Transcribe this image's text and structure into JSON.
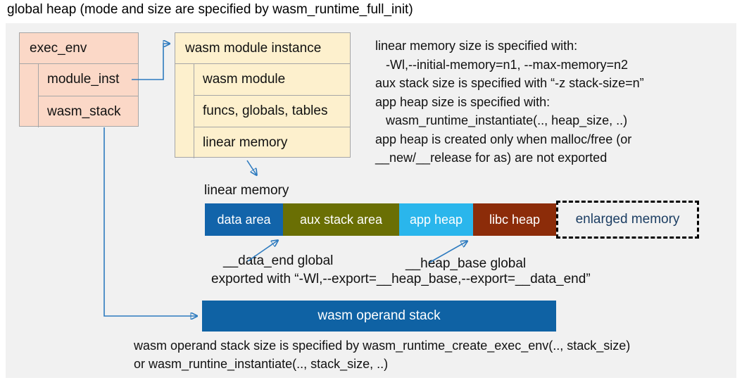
{
  "title": "global heap (mode and size are specified by wasm_runtime_full_init)",
  "exec_env": {
    "header": "exec_env",
    "rows": [
      "module_inst",
      "wasm_stack"
    ]
  },
  "module_instance": {
    "header": "wasm module instance",
    "rows": [
      "wasm module",
      "funcs, globals, tables",
      "linear memory"
    ]
  },
  "notes_right": {
    "lines": [
      "linear memory size is specified with:",
      "   -Wl,--initial-memory=n1, --max-memory=n2",
      "aux stack size is specified with “-z stack-size=n”",
      "app heap size is specified with:",
      "   wasm_runtime_instantiate(.., heap_size, ..)",
      "app heap is created only when malloc/free (or",
      "__new/__release for as) are not exported"
    ]
  },
  "linear_memory": {
    "label": "linear memory",
    "segments": [
      {
        "label": "data area",
        "color": "#1264aa"
      },
      {
        "label": "aux stack area",
        "color": "#6a6f04"
      },
      {
        "label": "app heap",
        "color": "#2ab6ec"
      },
      {
        "label": "libc heap",
        "color": "#8c2c09"
      }
    ],
    "enlarged": {
      "label": "enlarged memory",
      "text_color": "#1c3e63"
    }
  },
  "annotations": {
    "data_end": "__data_end global",
    "heap_base": "__heap_base global",
    "exported": "exported with “-Wl,--export=__heap_base,--export=__data_end”"
  },
  "operand_stack": {
    "label": "wasm operand stack",
    "color": "#0f62a4",
    "note_lines": [
      "wasm operand stack size is specified by wasm_runtime_create_exec_env(.., stack_size)",
      "or wasm_runtine_instantiate(.., stack_size, ..)"
    ]
  },
  "colors": {
    "canvas_bg": "#f1f1f1",
    "exec_env_box": "#fbd8c7",
    "module_instance_box": "#fdf0cd",
    "box_border": "#a6a6a6",
    "arrow": "#2e7bbf"
  }
}
